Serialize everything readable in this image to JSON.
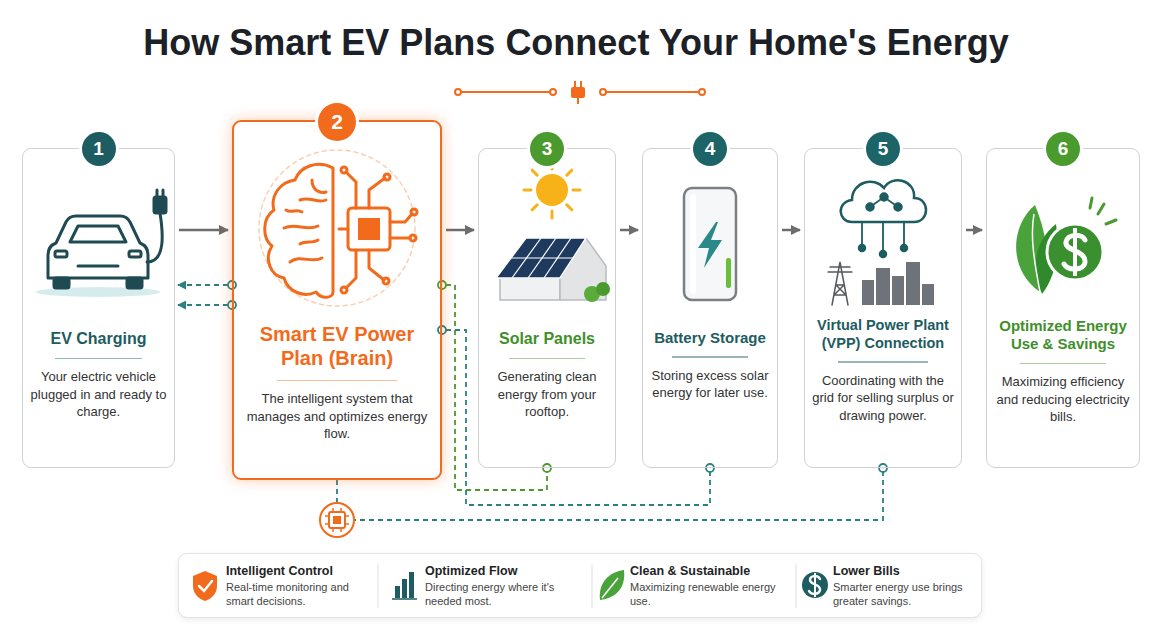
{
  "diagram": {
    "title": "How Smart EV Plans Connect Your Home's Energy",
    "nodes": [
      {
        "text": [
          "1",
          "EV Charging",
          "Your electric vehicle plugged in and ready to charge."
        ]
      },
      {
        "text": [
          "2",
          "Smart EV Power Plan (Brain)",
          "The intelligent system that manages and optimizes energy flow."
        ]
      },
      {
        "text": [
          "3",
          "Solar Panels",
          "Generating clean energy from your rooftop."
        ]
      },
      {
        "text": [
          "4",
          "Battery Storage",
          "Storing excess solar energy for later use."
        ]
      },
      {
        "text": [
          "5",
          "Virtual Power Plant (VPP) Connection",
          "Coordinating with the grid for selling surplus or drawing power."
        ]
      },
      {
        "text": [
          "6",
          "Optimized Energy Use & Savings",
          "Maximizing efficiency and reducing electricity bills."
        ]
      },
      {
        "text": [
          "Intelligent Control",
          "Real-time monitoring and smart decisions."
        ]
      },
      {
        "text": [
          "Optimized Flow",
          "Directing energy where it's needed most."
        ]
      },
      {
        "text": [
          "Clean & Sustainable",
          "Maximizing renewable energy use."
        ]
      },
      {
        "text": [
          "Lower Bills",
          "Smarter energy use brings greater savings."
        ]
      }
    ],
    "edges": [
      {
        "from": 0,
        "to": 1,
        "arrow": "to"
      },
      {
        "from": 1,
        "to": 2,
        "arrow": "to"
      },
      {
        "from": 2,
        "to": 3,
        "arrow": "to"
      },
      {
        "from": 3,
        "to": 4,
        "arrow": "to"
      },
      {
        "from": 4,
        "to": 5,
        "arrow": "to"
      },
      {
        "from": 1,
        "to": 0,
        "arrow": "to"
      },
      {
        "from": 1,
        "to": 0,
        "arrow": "to"
      },
      {
        "from": 1,
        "to": 2,
        "arrow": "none"
      },
      {
        "from": 1,
        "to": 3,
        "arrow": "none"
      },
      {
        "from": 1,
        "to": 4,
        "arrow": "none"
      }
    ]
  }
}
